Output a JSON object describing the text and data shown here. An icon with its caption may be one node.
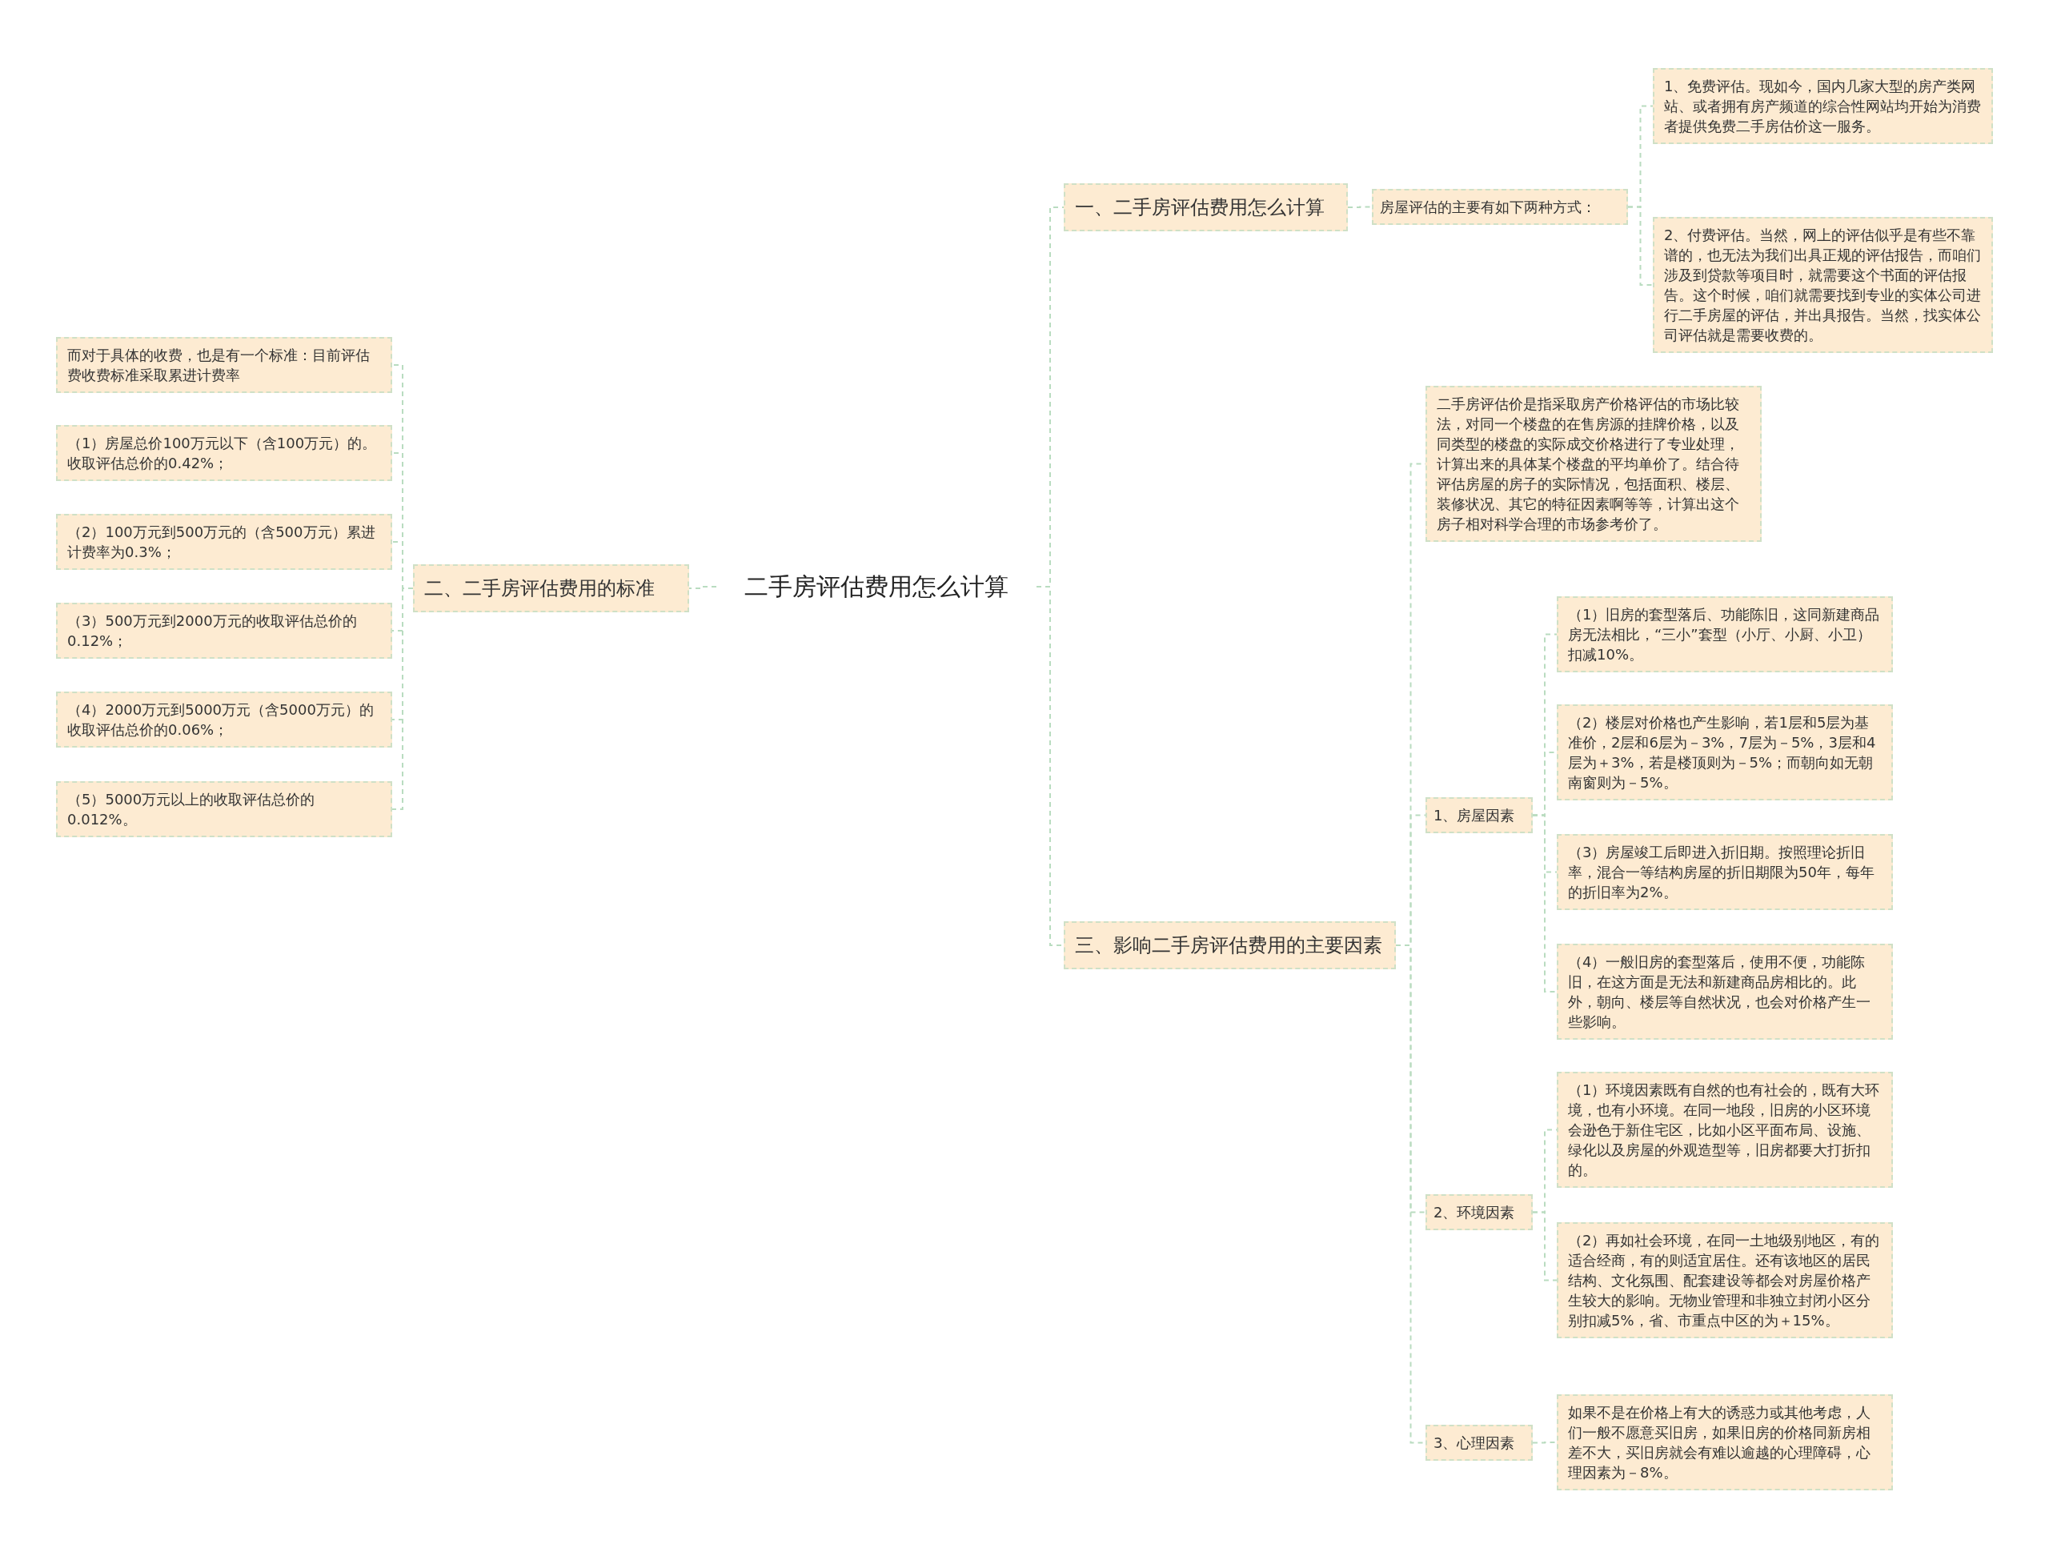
{
  "diagram": {
    "nodes": [
      {
        "text": [
          "二手房评估费用怎么计算"
        ]
      },
      {
        "text": [
          "一、二手房评估费用怎么计算"
        ]
      },
      {
        "text": [
          "房屋评估的主要有如下两种方式："
        ]
      },
      {
        "text": [
          "1、免费评估。现如今，国内几家大型的房产类网站、或者拥有房产频道的综合性网站均开始为消费者提供免费二手房估价这一服务。"
        ]
      },
      {
        "text": [
          "2、付费评估。当然，网上的评估似乎是有些不靠谱的，也无法为我们出具正规的评估报告，而咱们涉及到贷款等项目时，就需要这个书面的评估报告。这个时候，咱们就需要找到专业的实体公司进行二手房屋的评估，并出具报告。当然，找实体公司评估就是需要收费的。"
        ]
      },
      {
        "text": [
          "二、二手房评估费用的标准"
        ]
      },
      {
        "text": [
          "而对于具体的收费，也是有一个标准：目前评估费收费标准采取累进计费率"
        ]
      },
      {
        "text": [
          "（1）房屋总价100万元以下（含100万元）的。收取评估总价的0.42%；"
        ]
      },
      {
        "text": [
          "（2）100万元到500万元的（含500万元）累进计费率为0.3%；"
        ]
      },
      {
        "text": [
          "（3）500万元到2000万元的收取评估总价的0.12%；"
        ]
      },
      {
        "text": [
          "（4）2000万元到5000万元（含5000万元）的收取评估总价的0.06%；"
        ]
      },
      {
        "text": [
          "（5）5000万元以上的收取评估总价的0.012%。"
        ]
      },
      {
        "text": [
          "三、影响二手房评估费用的主要因素"
        ]
      },
      {
        "text": [
          "二手房评估价是指采取房产价格评估的市场比较法，对同一个楼盘的在售房源的挂牌价格，以及同类型的楼盘的实际成交价格进行了专业处理，计算出来的具体某个楼盘的平均单价了。结合待评估房屋的房子的实际情况，包括面积、楼层、装修状况、其它的特征因素啊等等，计算出这个房子相对科学合理的市场参考价了。"
        ]
      },
      {
        "text": [
          "1、房屋因素"
        ]
      },
      {
        "text": [
          "（1）旧房的套型落后、功能陈旧，这同新建商品房无法相比，“三小”套型（小厅、小厨、小卫）扣减10%。"
        ]
      },
      {
        "text": [
          "（2）楼层对价格也产生影响，若1层和5层为基准价，2层和6层为－3%，7层为－5%，3层和4层为＋3%，若是楼顶则为－5%；而朝向如无朝南窗则为－5%。"
        ]
      },
      {
        "text": [
          "（3）房屋竣工后即进入折旧期。按照理论折旧率，混合一等结构房屋的折旧期限为50年，每年的折旧率为2%。"
        ]
      },
      {
        "text": [
          "（4）一般旧房的套型落后，使用不便，功能陈旧，在这方面是无法和新建商品房相比的。此外，朝向、楼层等自然状况，也会对价格产生一些影响。"
        ]
      },
      {
        "text": [
          "2、环境因素"
        ]
      },
      {
        "text": [
          "（1）环境因素既有自然的也有社会的，既有大环境，也有小环境。在同一地段，旧房的小区环境会逊色于新住宅区，比如小区平面布局、设施、绿化以及房屋的外观造型等，旧房都要大打折扣的。"
        ]
      },
      {
        "text": [
          "（2）再如社会环境，在同一土地级别地区，有的适合经商，有的则适宜居住。还有该地区的居民结构、文化氛围、配套建设等都会对房屋价格产生较大的影响。无物业管理和非独立封闭小区分别扣减5%，省、市重点中区的为＋15%。"
        ]
      },
      {
        "text": [
          "3、心理因素"
        ]
      },
      {
        "text": [
          "如果不是在价格上有大的诱惑力或其他考虑，人们一般不愿意买旧房，如果旧房的价格同新房相差不大，买旧房就会有难以逾越的心理障碍，心理因素为－8%。"
        ]
      }
    ],
    "edges": [
      {
        "from": 0,
        "to": 1,
        "arrow": "none"
      },
      {
        "from": 0,
        "to": 12,
        "arrow": "none"
      },
      {
        "from": 0,
        "to": 5,
        "arrow": "none"
      },
      {
        "from": 1,
        "to": 2,
        "arrow": "none"
      },
      {
        "from": 2,
        "to": 3,
        "arrow": "none"
      },
      {
        "from": 2,
        "to": 4,
        "arrow": "none"
      },
      {
        "from": 5,
        "to": 6,
        "arrow": "none"
      },
      {
        "from": 5,
        "to": 7,
        "arrow": "none"
      },
      {
        "from": 5,
        "to": 8,
        "arrow": "none"
      },
      {
        "from": 5,
        "to": 9,
        "arrow": "none"
      },
      {
        "from": 5,
        "to": 10,
        "arrow": "none"
      },
      {
        "from": 5,
        "to": 11,
        "arrow": "none"
      },
      {
        "from": 12,
        "to": 13,
        "arrow": "none"
      },
      {
        "from": 12,
        "to": 14,
        "arrow": "none"
      },
      {
        "from": 12,
        "to": 19,
        "arrow": "none"
      },
      {
        "from": 12,
        "to": 22,
        "arrow": "none"
      },
      {
        "from": 14,
        "to": 15,
        "arrow": "none"
      },
      {
        "from": 14,
        "to": 16,
        "arrow": "none"
      },
      {
        "from": 14,
        "to": 17,
        "arrow": "none"
      },
      {
        "from": 14,
        "to": 18,
        "arrow": "none"
      },
      {
        "from": 19,
        "to": 20,
        "arrow": "none"
      },
      {
        "from": 19,
        "to": 21,
        "arrow": "none"
      },
      {
        "from": 22,
        "to": 23,
        "arrow": "none"
      }
    ]
  }
}
